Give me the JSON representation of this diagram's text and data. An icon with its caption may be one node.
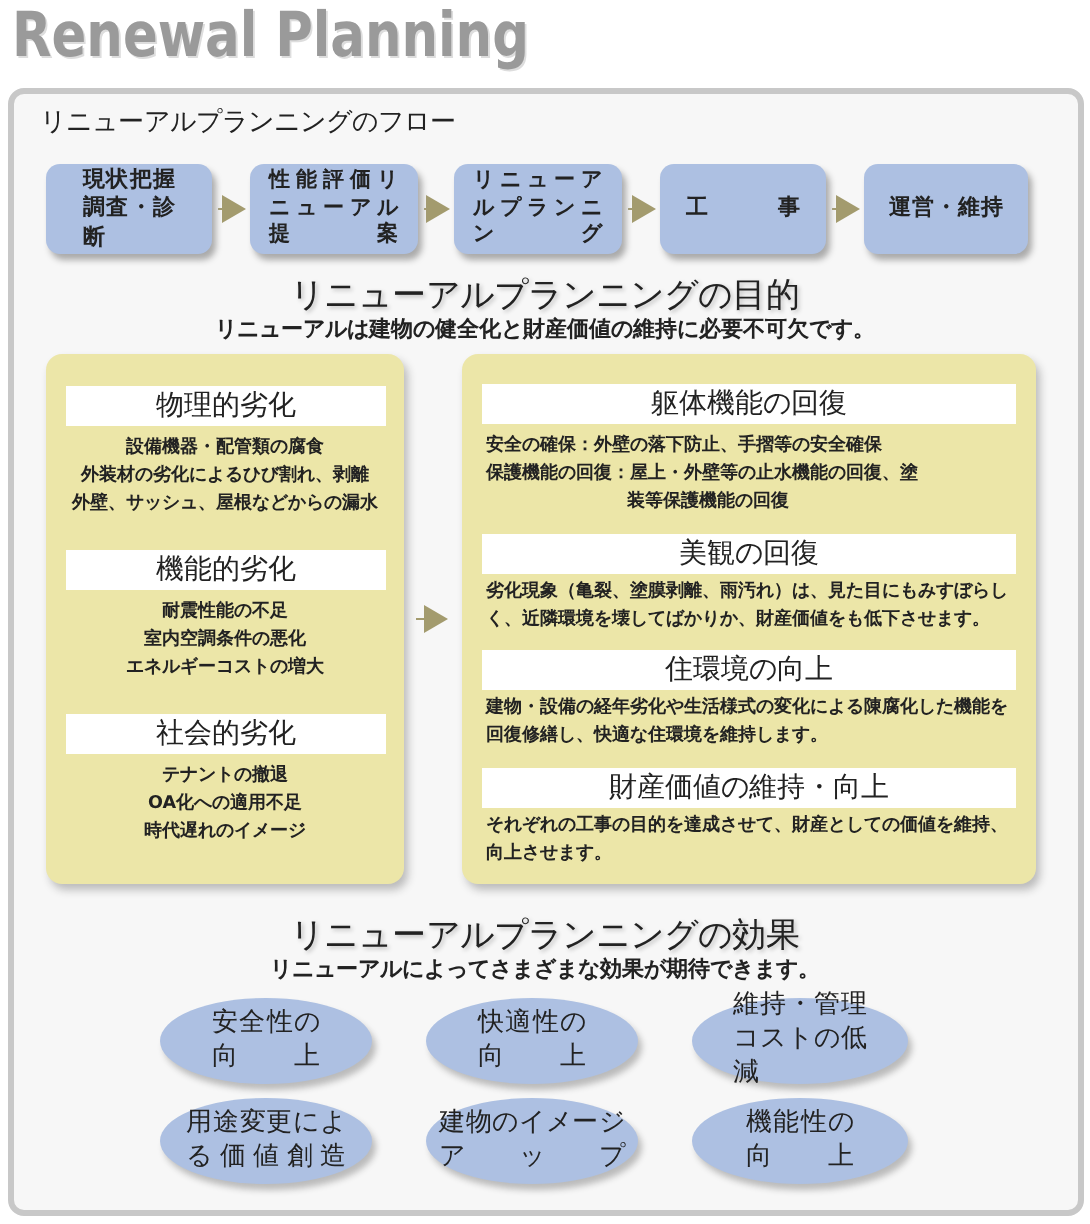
{
  "diagram": {
    "title": "Renewal Planning",
    "nodes": [
      {
        "text": [
          "現状把握調査・診断"
        ]
      },
      {
        "text": [
          "性能評価リニューアル提案"
        ]
      },
      {
        "text": [
          "リニューアルプランニング"
        ]
      },
      {
        "text": [
          "工事"
        ]
      },
      {
        "text": [
          "運営・維持"
        ]
      },
      {
        "text": [],
        "shape": "box"
      },
      {
        "text": [
          "物理的劣化"
        ],
        "in": 5,
        "beside": [
          "設備機器・配管類の腐食",
          "外装材の劣化によるひび割れ、剥離",
          "外壁、サッシュ、屋根などからの漏水"
        ]
      },
      {
        "text": [
          "機能的劣化"
        ],
        "in": 5,
        "beside": [
          "耐震性能の不足",
          "室内空調条件の悪化",
          "エネルギーコストの増大"
        ]
      },
      {
        "text": [
          "社会的劣化"
        ],
        "in": 5,
        "beside": [
          "テナントの撤退",
          "OA化への適用不足",
          "時代遅れのイメージ"
        ]
      },
      {
        "text": [],
        "shape": "box"
      },
      {
        "text": [
          "躯体機能の回復"
        ],
        "in": 9,
        "beside": [
          "安全の確保：外壁の落下防止、手摺等の安全確保",
          "保護機能の回復：屋上・外壁等の止水機能の回復、塗装等保護機能の回復"
        ]
      },
      {
        "text": [
          "美観の回復"
        ],
        "in": 9,
        "beside": [
          "劣化現象（亀裂、塗膜剥離、雨汚れ）は、見た目にもみすぼらしく、近隣環境を壊してばかりか、財産価値をも低下させます。"
        ]
      },
      {
        "text": [
          "住環境の向上"
        ],
        "in": 9,
        "beside": [
          "建物・設備の経年劣化や生活様式の変化による陳腐化した機能を回復修繕し、快適な住環境を維持します。"
        ]
      },
      {
        "text": [
          "財産価値の維持・向上"
        ],
        "in": 9,
        "beside": [
          "それぞれの工事の目的を達成させて、財産としての価値を維持、向上させます。"
        ]
      },
      {
        "text": [
          "安全性の向上"
        ]
      },
      {
        "text": [
          "快適性の向上"
        ]
      },
      {
        "text": [
          "維持・管理コストの低減"
        ]
      },
      {
        "text": [
          "用途変更による価値創造"
        ]
      },
      {
        "text": [
          "建物のイメージアップ"
        ]
      },
      {
        "text": [
          "機能性の向上"
        ]
      }
    ],
    "edges": [
      {
        "from": 0,
        "to": 1,
        "arrow": "to"
      },
      {
        "from": 1,
        "to": 2,
        "arrow": "to"
      },
      {
        "from": 2,
        "to": 3,
        "arrow": "to"
      },
      {
        "from": 3,
        "to": 4,
        "arrow": "to"
      },
      {
        "from": 5,
        "to": 9,
        "arrow": "to"
      }
    ],
    "labels": [
      "リニューアルプランニングのフロー",
      "リニューアルプランニングの目的",
      "リニューアルは建物の健全化と財産価値の維持に必要不可欠です。",
      "リニューアルプランニングの効果",
      "リニューアルによってさまざまな効果が期待できます。"
    ]
  }
}
